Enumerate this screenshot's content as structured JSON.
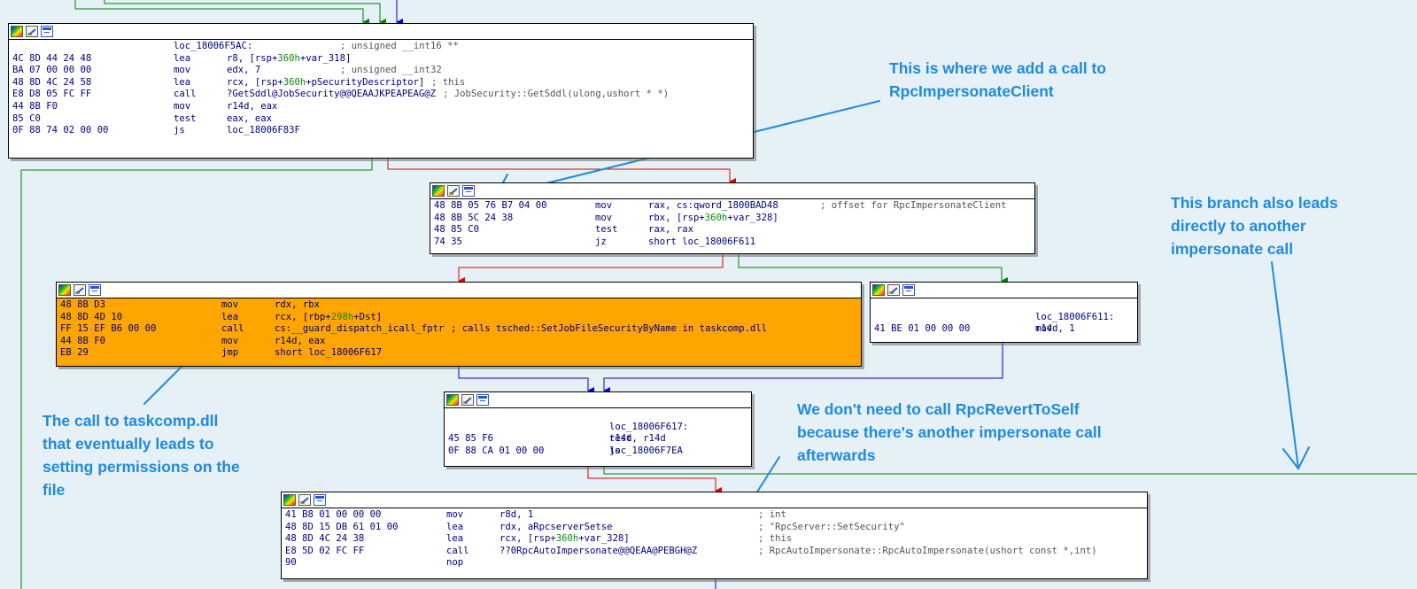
{
  "blocks": {
    "b1": {
      "lines": [
        {
          "b": "",
          "lbl": "loc_18006F5AC:",
          "c": "; unsigned __int16 **"
        },
        {
          "b": "4C 8D 44 24 48",
          "m": "lea",
          "o1": "r8, [rsp+",
          "n": "360h",
          "o2": "+var_318]"
        },
        {
          "b": "BA 07 00 00 00",
          "m": "mov",
          "o1": "edx, 7",
          "c": "; unsigned __int32"
        },
        {
          "b": "48 8D 4C 24 58",
          "m": "lea",
          "o1": "rcx, [rsp+",
          "n": "360h",
          "o2": "+pSecurityDescriptor]",
          "c": "; this"
        },
        {
          "b": "E8 D8 05 FC FF",
          "m": "call",
          "o1": "?GetSddl@JobSecurity@@QEAAJKPEAPEAG@Z",
          "c": "; JobSecurity::GetSddl(ulong,ushort * *)"
        },
        {
          "b": "44 8B F0",
          "m": "mov",
          "o1": "r14d, eax"
        },
        {
          "b": "85 C0",
          "m": "test",
          "o1": "eax, eax"
        },
        {
          "b": "0F 88 74 02 00 00",
          "m": "js",
          "o1": "loc_18006F83F"
        }
      ]
    },
    "b2": {
      "lines": [
        {
          "b": "48 8B 05 76 B7 04 00",
          "m": "mov",
          "o1": "rax, cs:qword_1800BAD48",
          "c": "; offset for RpcImpersonateClient"
        },
        {
          "b": "48 8B 5C 24 38",
          "m": "mov",
          "o1": "rbx, [rsp+",
          "n": "360h",
          "o2": "+var_328]"
        },
        {
          "b": "48 85 C0",
          "m": "test",
          "o1": "rax, rax"
        },
        {
          "b": "74 35",
          "m": "jz",
          "o1": "short loc_18006F611"
        }
      ]
    },
    "b3": {
      "lines": [
        {
          "b": "48 8B D3",
          "m": "mov",
          "o1": "rdx, rbx"
        },
        {
          "b": "48 8D 4D 10",
          "m": "lea",
          "o1": "rcx, [rbp+",
          "n": "298h",
          "o2": "+Dst]"
        },
        {
          "b": "FF 15 EF B6 00 00",
          "m": "call",
          "o1": "cs:__guard_dispatch_icall_fptr",
          "c": "; calls tsched::SetJobFileSecurityByName in taskcomp.dll"
        },
        {
          "b": "44 8B F0",
          "m": "mov",
          "o1": "r14d, eax"
        },
        {
          "b": "EB 29",
          "m": "jmp",
          "o1": "short loc_18006F617"
        }
      ]
    },
    "b4": {
      "lines": [
        {
          "b": ""
        },
        {
          "b": "",
          "lbl": "loc_18006F611:"
        },
        {
          "b": "41 BE 01 00 00 00",
          "m": "mov",
          "o1": "r14d, 1"
        }
      ]
    },
    "b5": {
      "lines": [
        {
          "b": ""
        },
        {
          "b": "",
          "lbl": "loc_18006F617:"
        },
        {
          "b": "45 85 F6",
          "m": "test",
          "o1": "r14d, r14d"
        },
        {
          "b": "0F 88 CA 01 00 00",
          "m": "js",
          "o1": "loc_18006F7EA"
        }
      ]
    },
    "b6": {
      "lines": [
        {
          "b": "41 B8 01 00 00 00",
          "m": "mov",
          "o1": "r8d, 1",
          "c": "; int"
        },
        {
          "b": "48 8D 15 DB 61 01 00",
          "m": "lea",
          "o1": "rdx, aRpcserverSetse",
          "c": "; \"RpcServer::SetSecurity\""
        },
        {
          "b": "48 8D 4C 24 38",
          "m": "lea",
          "o1": "rcx, [rsp+",
          "n": "360h",
          "o2": "+var_328]",
          "c": "; this"
        },
        {
          "b": "E8 5D 02 FC FF",
          "m": "call",
          "o1": "??0RpcAutoImpersonate@@QEAA@PEBGH@Z",
          "c": "; RpcAutoImpersonate::RpcAutoImpersonate(ushort const *,int)"
        },
        {
          "b": "90",
          "m": "nop"
        }
      ]
    }
  },
  "notes": {
    "n1": "This is where we add a call to RpcImpersonateClient",
    "n2": "This branch also leads directly to another impersonate call",
    "n3": "The call to taskcomp.dll that eventually leads to setting permissions on the file",
    "n4": "We don't need to call RpcRevertToSelf because there's another impersonate call afterwards"
  },
  "colors": {
    "highlight": "#ffa500",
    "background": "#e6f1f7",
    "annotation": "#1e8ae0",
    "edge_true": "#008000",
    "edge_false": "#e00000",
    "edge_uncond": "#0000e0"
  }
}
